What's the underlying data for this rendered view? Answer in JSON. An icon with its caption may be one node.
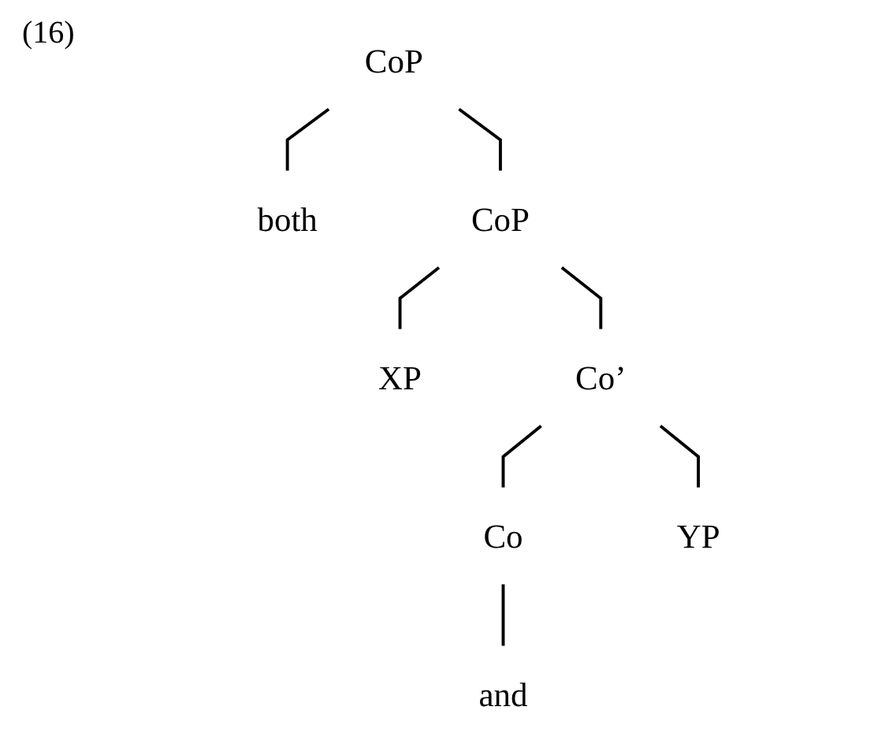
{
  "diagram": {
    "nodes": [
      {
        "text": [
          "CoP"
        ]
      },
      {
        "text": [
          "both"
        ]
      },
      {
        "text": [
          "CoP"
        ]
      },
      {
        "text": [
          "XP"
        ]
      },
      {
        "text": [
          "Co’"
        ]
      },
      {
        "text": [
          "Co"
        ]
      },
      {
        "text": [
          "YP"
        ]
      },
      {
        "text": [
          "and"
        ]
      }
    ],
    "edges": [
      {
        "from": 0,
        "to": 1,
        "arrow": "none"
      },
      {
        "from": 0,
        "to": 2,
        "arrow": "none"
      },
      {
        "from": 2,
        "to": 3,
        "arrow": "none"
      },
      {
        "from": 2,
        "to": 4,
        "arrow": "none"
      },
      {
        "from": 4,
        "to": 5,
        "arrow": "none"
      },
      {
        "from": 4,
        "to": 6,
        "arrow": "none"
      },
      {
        "from": 5,
        "to": 7,
        "arrow": "none"
      }
    ],
    "labels": [
      "(16)"
    ]
  }
}
